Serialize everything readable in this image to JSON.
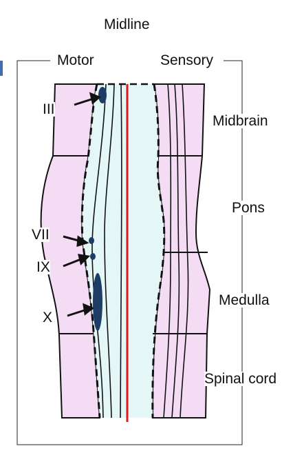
{
  "title": "Midline",
  "columns": {
    "motor": "Motor",
    "sensory": "Sensory"
  },
  "regions": [
    {
      "label": "Midbrain"
    },
    {
      "label": "Pons"
    },
    {
      "label": "Medulla"
    },
    {
      "label": "Spinal cord"
    }
  ],
  "nuclei": [
    {
      "label": "III"
    },
    {
      "label": "VII"
    },
    {
      "label": "IX"
    },
    {
      "label": "X"
    }
  ],
  "colors": {
    "wall": "#f5dcf5",
    "lumen": "#e4f6f6",
    "midline": "#e01818",
    "nucleus": "#1d3c66",
    "line": "#111111",
    "accent_tab": "#3f6fb0"
  }
}
